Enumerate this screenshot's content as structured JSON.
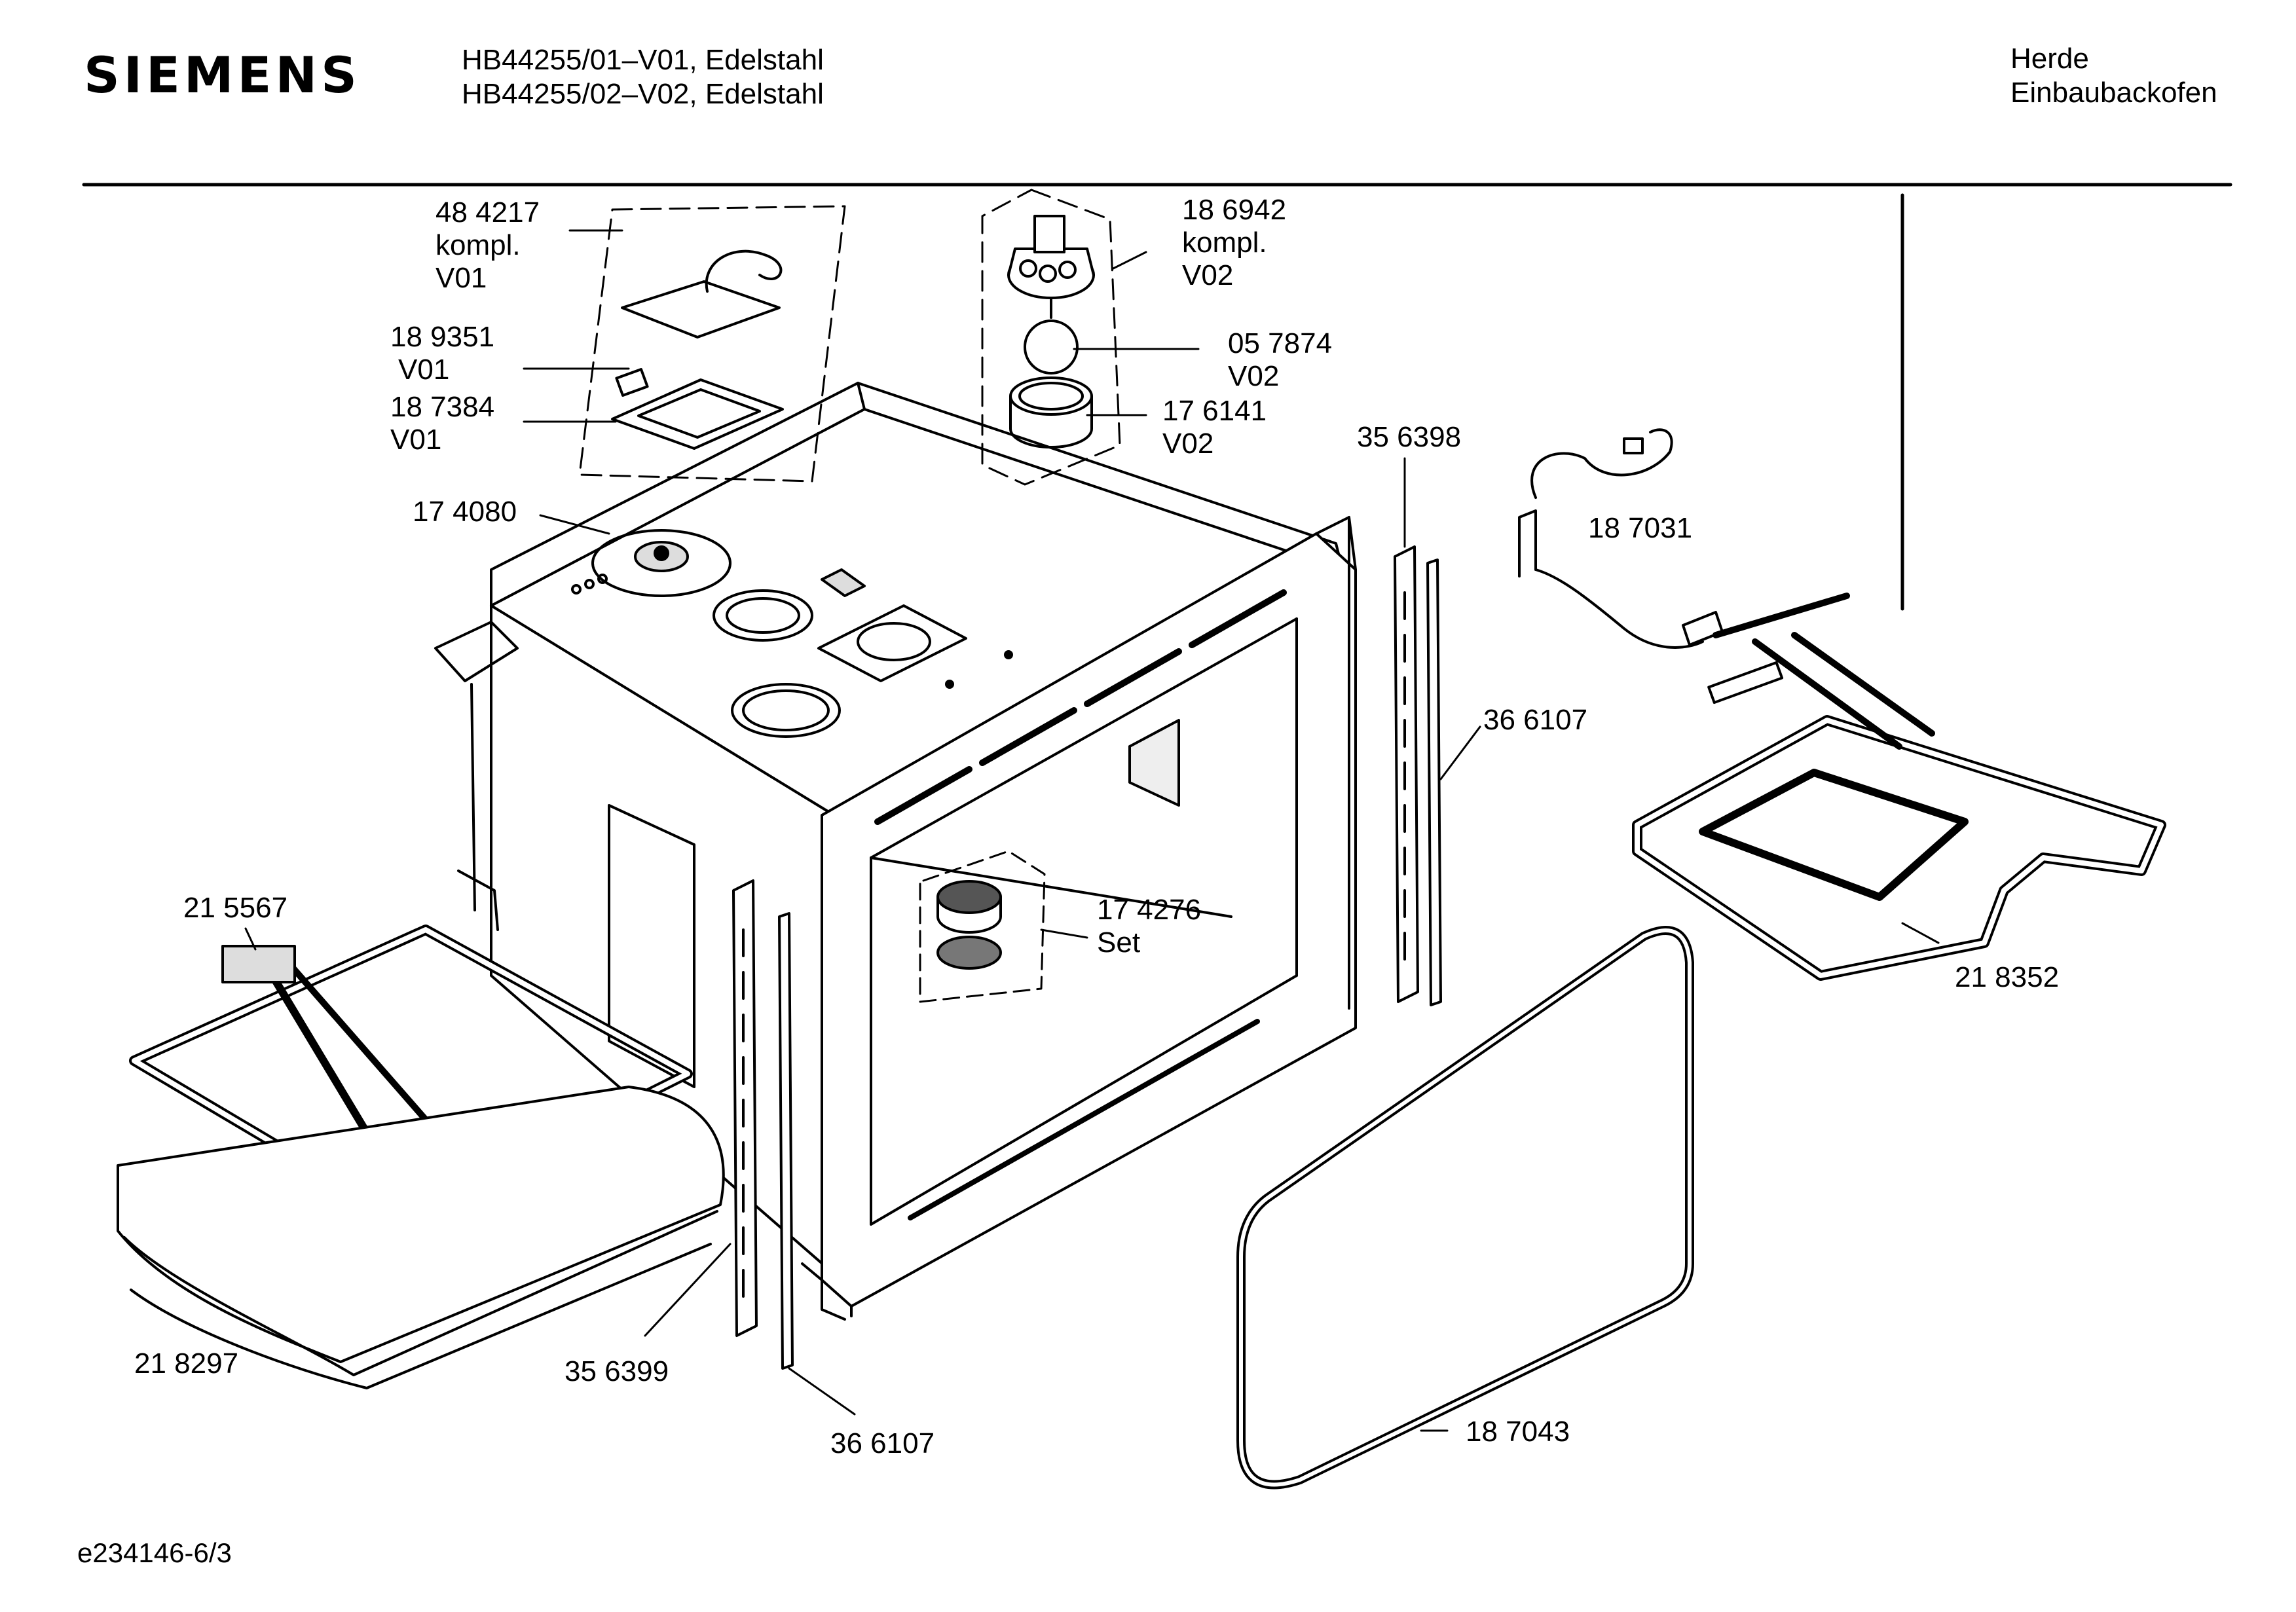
{
  "header": {
    "brand": "SIEMENS",
    "models": [
      "HB44255/01–V01, Edelstahl",
      "HB44255/02–V02, Edelstahl"
    ],
    "category": [
      "Herde",
      "Einbaubackofen"
    ]
  },
  "callouts": [
    {
      "id": "p484217",
      "lines": [
        "48 4217",
        "kompl.",
        "V01"
      ]
    },
    {
      "id": "p189351",
      "lines": [
        "18 9351",
        "V01"
      ]
    },
    {
      "id": "p187384",
      "lines": [
        "18 7384",
        "V01"
      ]
    },
    {
      "id": "p174080",
      "lines": [
        "17 4080"
      ]
    },
    {
      "id": "p186942",
      "lines": [
        "18 6942",
        "kompl.",
        "V02"
      ]
    },
    {
      "id": "p057874",
      "lines": [
        "05 7874",
        "V02"
      ]
    },
    {
      "id": "p176141",
      "lines": [
        "17 6141",
        "V02"
      ]
    },
    {
      "id": "p356398",
      "lines": [
        "35 6398"
      ]
    },
    {
      "id": "p187031",
      "lines": [
        "18 7031"
      ]
    },
    {
      "id": "p366107a",
      "lines": [
        "36 6107"
      ]
    },
    {
      "id": "p174276",
      "lines": [
        "17 4276",
        "Set"
      ]
    },
    {
      "id": "p215567",
      "lines": [
        "21 5567"
      ]
    },
    {
      "id": "p218352",
      "lines": [
        "21 8352"
      ]
    },
    {
      "id": "p218297",
      "lines": [
        "21 8297"
      ]
    },
    {
      "id": "p356399",
      "lines": [
        "35 6399"
      ]
    },
    {
      "id": "p366107b",
      "lines": [
        "36 6107"
      ]
    },
    {
      "id": "p187043",
      "lines": [
        "18 7043"
      ]
    }
  ],
  "footer": {
    "code": "e234146-6/3"
  },
  "colors": {
    "ink": "#000000",
    "paper": "#ffffff",
    "shade": "#f2f2f2"
  }
}
